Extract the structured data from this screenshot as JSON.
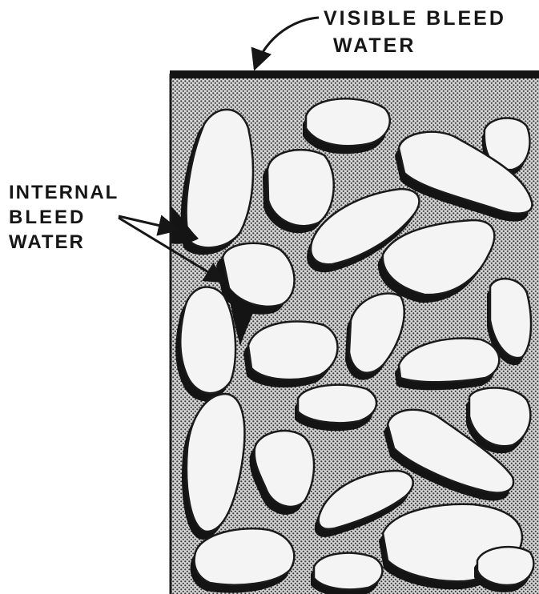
{
  "labels": {
    "visible_bleed_line1": "VISIBLE BLEED",
    "visible_bleed_line2": "WATER",
    "internal_bleed_line1": "INTERNAL",
    "internal_bleed_line2": "BLEED",
    "internal_bleed_line3": "WATER"
  },
  "colors": {
    "paste_base": "#d6d6d6",
    "paste_dot": "#3a3a3a",
    "outline": "#1a1a1a",
    "aggregate_fill": "#f4f4f4",
    "bleed_water": "#141414"
  }
}
